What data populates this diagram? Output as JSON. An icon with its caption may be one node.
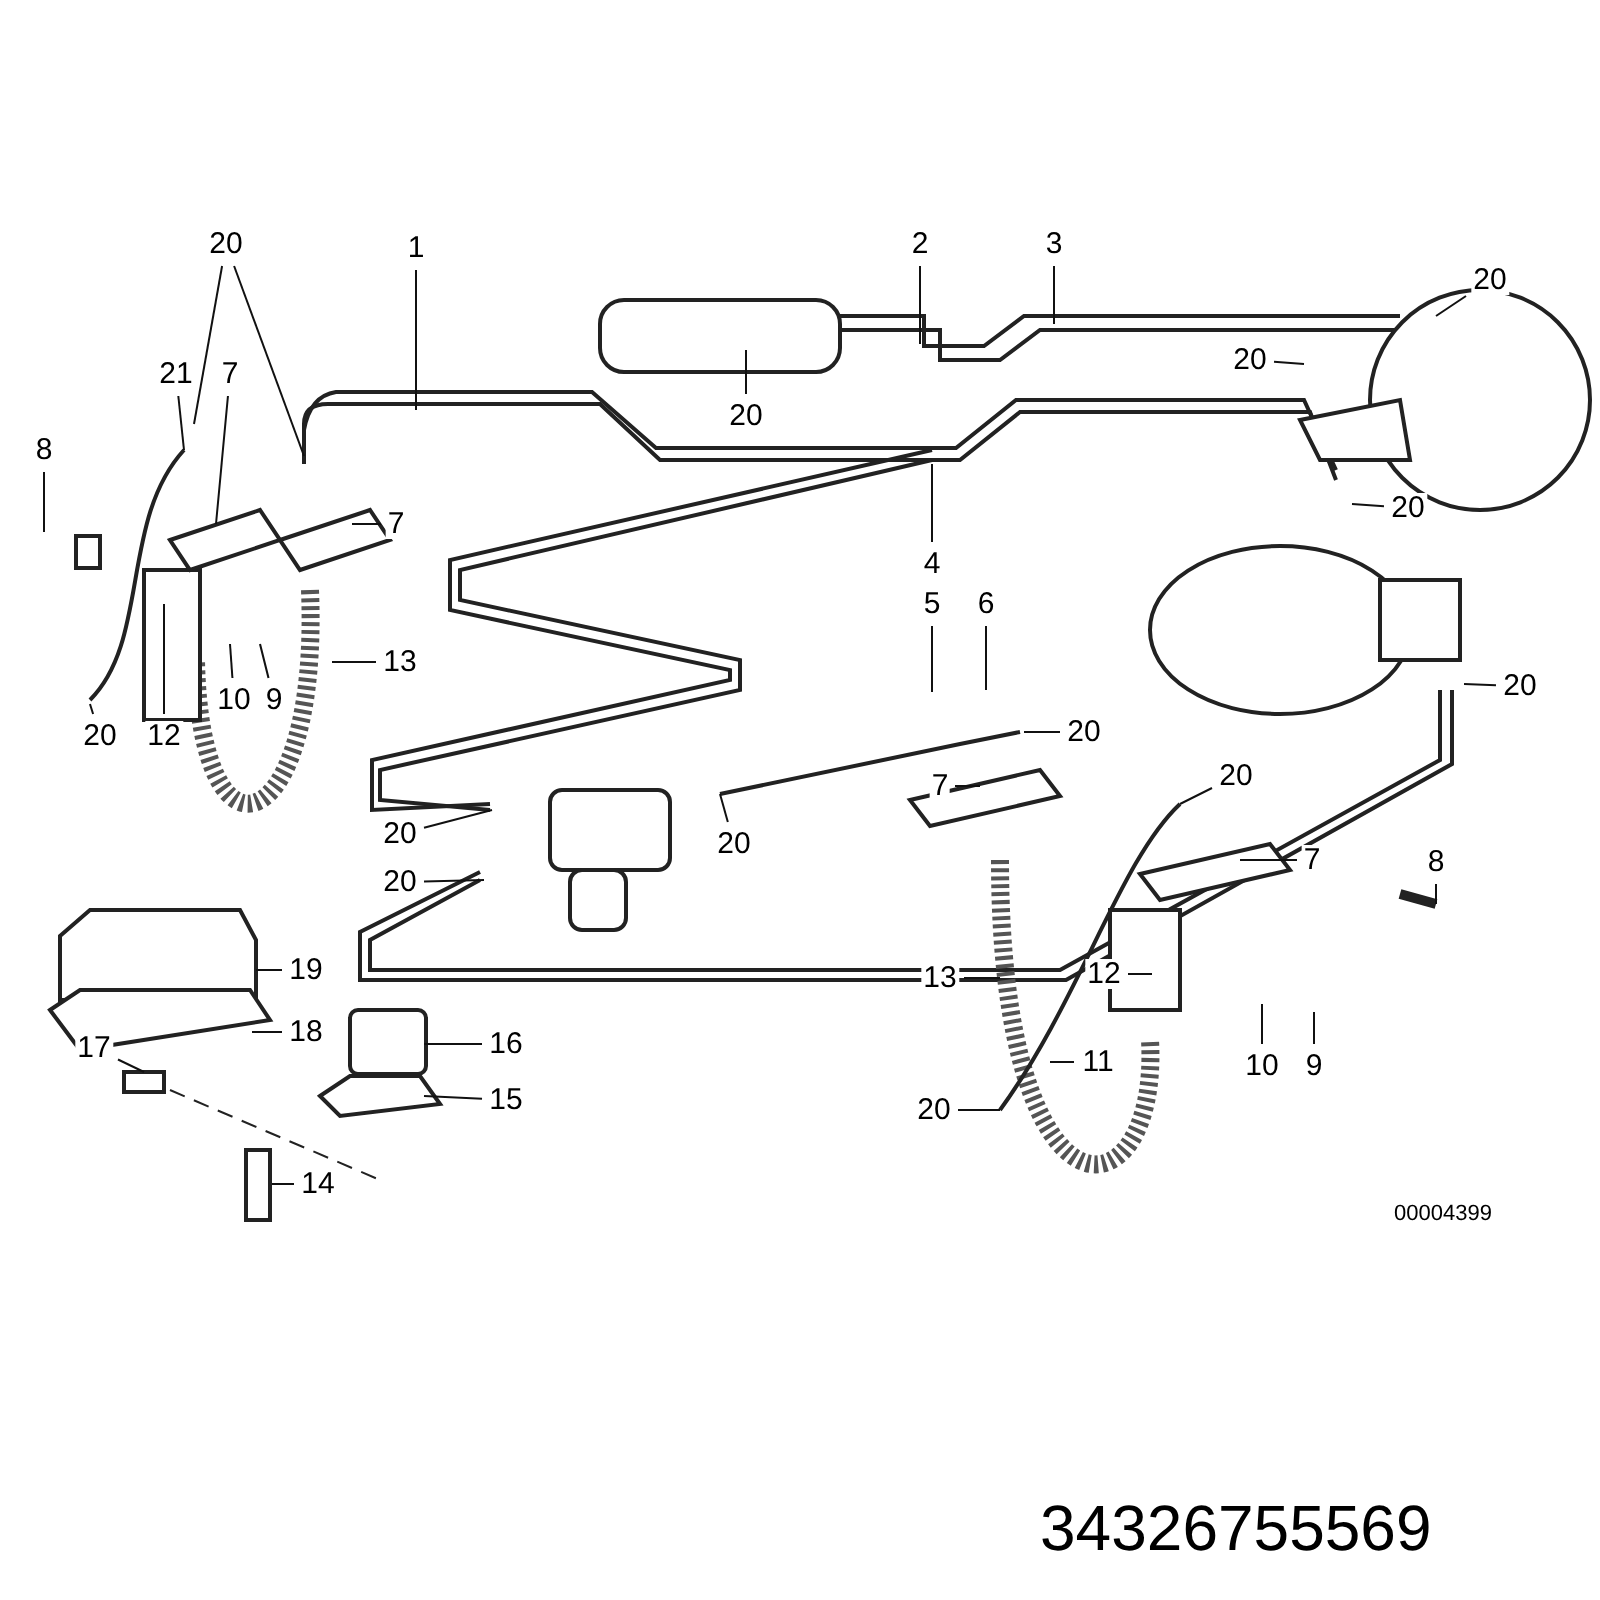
{
  "diagram": {
    "nodes": [
      {
        "text": [
          "20"
        ]
      },
      {
        "text": [
          "1"
        ]
      },
      {
        "text": [
          "2"
        ]
      },
      {
        "text": [
          "3"
        ]
      },
      {
        "text": [
          "20"
        ]
      },
      {
        "text": [
          "21"
        ]
      },
      {
        "text": [
          "7"
        ]
      },
      {
        "text": [
          "8"
        ]
      },
      {
        "text": [
          "7"
        ]
      },
      {
        "text": [
          "20"
        ]
      },
      {
        "text": [
          "20"
        ]
      },
      {
        "text": [
          "4"
        ]
      },
      {
        "text": [
          "20"
        ]
      },
      {
        "text": [
          "5"
        ]
      },
      {
        "text": [
          "6"
        ]
      },
      {
        "text": [
          "13"
        ]
      },
      {
        "text": [
          "10"
        ]
      },
      {
        "text": [
          "9"
        ]
      },
      {
        "text": [
          "12"
        ]
      },
      {
        "text": [
          "20"
        ]
      },
      {
        "text": [
          "20"
        ]
      },
      {
        "text": [
          "20"
        ]
      },
      {
        "text": [
          "20"
        ]
      },
      {
        "text": [
          "7"
        ]
      },
      {
        "text": [
          "20"
        ]
      },
      {
        "text": [
          "20"
        ]
      },
      {
        "text": [
          "7"
        ]
      },
      {
        "text": [
          "20"
        ]
      },
      {
        "text": [
          "8"
        ]
      },
      {
        "text": [
          "19"
        ]
      },
      {
        "text": [
          "13"
        ]
      },
      {
        "text": [
          "12"
        ]
      },
      {
        "text": [
          "16"
        ]
      },
      {
        "text": [
          "17"
        ]
      },
      {
        "text": [
          "18"
        ]
      },
      {
        "text": [
          "11"
        ]
      },
      {
        "text": [
          "10"
        ]
      },
      {
        "text": [
          "9"
        ]
      },
      {
        "text": [
          "15"
        ]
      },
      {
        "text": [
          "20"
        ]
      },
      {
        "text": [
          "14"
        ]
      }
    ],
    "edges": [
      {
        "from": 0,
        "to": null,
        "arrow": "none"
      },
      {
        "from": 0,
        "to": null,
        "arrow": "none"
      },
      {
        "from": 1,
        "to": null,
        "arrow": "none"
      },
      {
        "from": 2,
        "to": null,
        "arrow": "none"
      },
      {
        "from": 3,
        "to": null,
        "arrow": "none"
      },
      {
        "from": 4,
        "to": null,
        "arrow": "none"
      },
      {
        "from": 5,
        "to": null,
        "arrow": "none"
      },
      {
        "from": 6,
        "to": null,
        "arrow": "none"
      },
      {
        "from": 7,
        "to": null,
        "arrow": "none"
      },
      {
        "from": 8,
        "to": null,
        "arrow": "none"
      },
      {
        "from": 9,
        "to": null,
        "arrow": "none"
      },
      {
        "from": 10,
        "to": null,
        "arrow": "none"
      },
      {
        "from": 11,
        "to": null,
        "arrow": "none"
      },
      {
        "from": 12,
        "to": null,
        "arrow": "none"
      },
      {
        "from": 13,
        "to": null,
        "arrow": "none"
      },
      {
        "from": 14,
        "to": null,
        "arrow": "none"
      },
      {
        "from": 15,
        "to": null,
        "arrow": "none"
      },
      {
        "from": 16,
        "to": null,
        "arrow": "none"
      },
      {
        "from": 17,
        "to": null,
        "arrow": "none"
      },
      {
        "from": 18,
        "to": null,
        "arrow": "none"
      },
      {
        "from": 19,
        "to": null,
        "arrow": "none"
      },
      {
        "from": 20,
        "to": null,
        "arrow": "none"
      },
      {
        "from": 21,
        "to": null,
        "arrow": "none"
      },
      {
        "from": 22,
        "to": null,
        "arrow": "none"
      },
      {
        "from": 23,
        "to": null,
        "arrow": "none"
      },
      {
        "from": 24,
        "to": null,
        "arrow": "none"
      },
      {
        "from": 25,
        "to": null,
        "arrow": "none"
      },
      {
        "from": 26,
        "to": null,
        "arrow": "none"
      },
      {
        "from": 27,
        "to": null,
        "arrow": "none"
      },
      {
        "from": 28,
        "to": null,
        "arrow": "none"
      },
      {
        "from": 29,
        "to": null,
        "arrow": "none"
      },
      {
        "from": 30,
        "to": null,
        "arrow": "none"
      },
      {
        "from": 31,
        "to": null,
        "arrow": "none"
      },
      {
        "from": 32,
        "to": null,
        "arrow": "none"
      },
      {
        "from": 33,
        "to": null,
        "arrow": "none"
      },
      {
        "from": 34,
        "to": null,
        "arrow": "none"
      },
      {
        "from": 35,
        "to": null,
        "arrow": "none"
      },
      {
        "from": 36,
        "to": null,
        "arrow": "none"
      },
      {
        "from": 37,
        "to": null,
        "arrow": "none"
      },
      {
        "from": 38,
        "to": null,
        "arrow": "none"
      },
      {
        "from": 39,
        "to": null,
        "arrow": "none"
      },
      {
        "from": 40,
        "to": null,
        "arrow": "none"
      }
    ],
    "labels": [
      "00004399",
      "34326755569"
    ]
  }
}
